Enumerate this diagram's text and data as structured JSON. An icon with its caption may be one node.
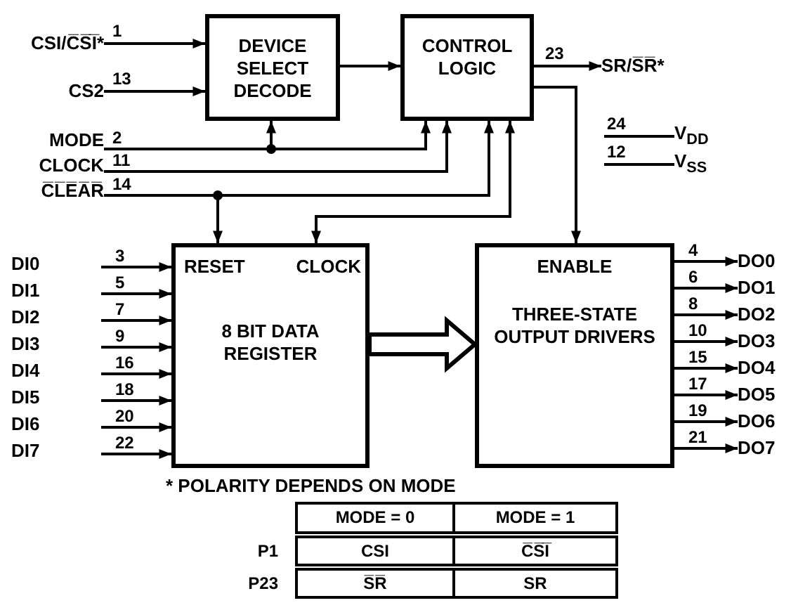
{
  "diagram": {
    "nodes": [
      {
        "text": [
          "CSI/C̅S̅I̅*"
        ]
      },
      {
        "text": [
          "CS2"
        ]
      },
      {
        "text": [
          "MODE"
        ]
      },
      {
        "text": [
          "CLOCK"
        ]
      },
      {
        "text": [
          "C̅L̅E̅A̅R̅"
        ]
      },
      {
        "text": [
          "DEVICE SELECT DECODE"
        ]
      },
      {
        "text": [
          "CONTROL LOGIC"
        ]
      },
      {
        "text": [
          "SR/S̅R̅*"
        ]
      },
      {
        "text": [
          "V$_{DD}$"
        ]
      },
      {
        "text": [
          "V$_{SS}$"
        ]
      },
      {
        "text": [
          "DI0"
        ]
      },
      {
        "text": [
          "DI1"
        ]
      },
      {
        "text": [
          "DI2"
        ]
      },
      {
        "text": [
          "DI3"
        ]
      },
      {
        "text": [
          "DI4"
        ]
      },
      {
        "text": [
          "DI5"
        ]
      },
      {
        "text": [
          "DI6"
        ]
      },
      {
        "text": [
          "DI7"
        ]
      },
      {
        "text": [
          "RESET",
          "CLOCK",
          "8 BIT DATA REGISTER"
        ]
      },
      {
        "text": [
          "ENABLE",
          "THREE-STATE OUTPUT DRIVERS"
        ]
      },
      {
        "text": [
          "DO0"
        ]
      },
      {
        "text": [
          "DO1"
        ]
      },
      {
        "text": [
          "DO2"
        ]
      },
      {
        "text": [
          "DO3"
        ]
      },
      {
        "text": [
          "DO4"
        ]
      },
      {
        "text": [
          "DO5"
        ]
      },
      {
        "text": [
          "DO6"
        ]
      },
      {
        "text": [
          "DO7"
        ]
      }
    ],
    "edges": [
      {
        "from": 0,
        "to": 5,
        "arrow": "to",
        "label": "1"
      },
      {
        "from": 1,
        "to": 5,
        "arrow": "to",
        "label": "13"
      },
      {
        "from": 5,
        "to": 6,
        "arrow": "to"
      },
      {
        "from": 6,
        "to": 7,
        "arrow": "to",
        "label": "23"
      },
      {
        "from": null,
        "to": 8,
        "arrow": "none",
        "label": "24"
      },
      {
        "from": null,
        "to": 9,
        "arrow": "none",
        "label": "12"
      },
      {
        "from": 2,
        "to": 5,
        "arrow": "to",
        "label": "2"
      },
      {
        "from": 2,
        "to": 6,
        "arrow": "to"
      },
      {
        "from": 3,
        "to": 6,
        "arrow": "to",
        "label": "11"
      },
      {
        "from": 4,
        "to": 6,
        "arrow": "to",
        "label": "14"
      },
      {
        "from": 4,
        "to": 18,
        "arrow": "to"
      },
      {
        "from": 6,
        "to": 18,
        "arrow": "both"
      },
      {
        "from": 6,
        "to": 19,
        "arrow": "to"
      },
      {
        "from": 10,
        "to": 18,
        "arrow": "to",
        "label": "3"
      },
      {
        "from": 11,
        "to": 18,
        "arrow": "to",
        "label": "5"
      },
      {
        "from": 12,
        "to": 18,
        "arrow": "to",
        "label": "7"
      },
      {
        "from": 13,
        "to": 18,
        "arrow": "to",
        "label": "9"
      },
      {
        "from": 14,
        "to": 18,
        "arrow": "to",
        "label": "16"
      },
      {
        "from": 15,
        "to": 18,
        "arrow": "to",
        "label": "18"
      },
      {
        "from": 16,
        "to": 18,
        "arrow": "to",
        "label": "20"
      },
      {
        "from": 17,
        "to": 18,
        "arrow": "to",
        "label": "22"
      },
      {
        "from": 18,
        "to": 19,
        "arrow": "to",
        "style": "thick"
      },
      {
        "from": 19,
        "to": 20,
        "arrow": "to",
        "label": "4"
      },
      {
        "from": 19,
        "to": 21,
        "arrow": "to",
        "label": "6"
      },
      {
        "from": 19,
        "to": 22,
        "arrow": "to",
        "label": "8"
      },
      {
        "from": 19,
        "to": 23,
        "arrow": "to",
        "label": "10"
      },
      {
        "from": 19,
        "to": 24,
        "arrow": "to",
        "label": "15"
      },
      {
        "from": 19,
        "to": 25,
        "arrow": "to",
        "label": "17"
      },
      {
        "from": 19,
        "to": 26,
        "arrow": "to",
        "label": "19"
      },
      {
        "from": 19,
        "to": 27,
        "arrow": "to",
        "label": "21"
      }
    ],
    "labels": [
      "* POLARITY DEPENDS ON MODE",
      "MODE = 0",
      "MODE = 1",
      "P1",
      "CSI",
      "C̅S̅I̅",
      "P23",
      "S̅R̅",
      "SR"
    ]
  }
}
